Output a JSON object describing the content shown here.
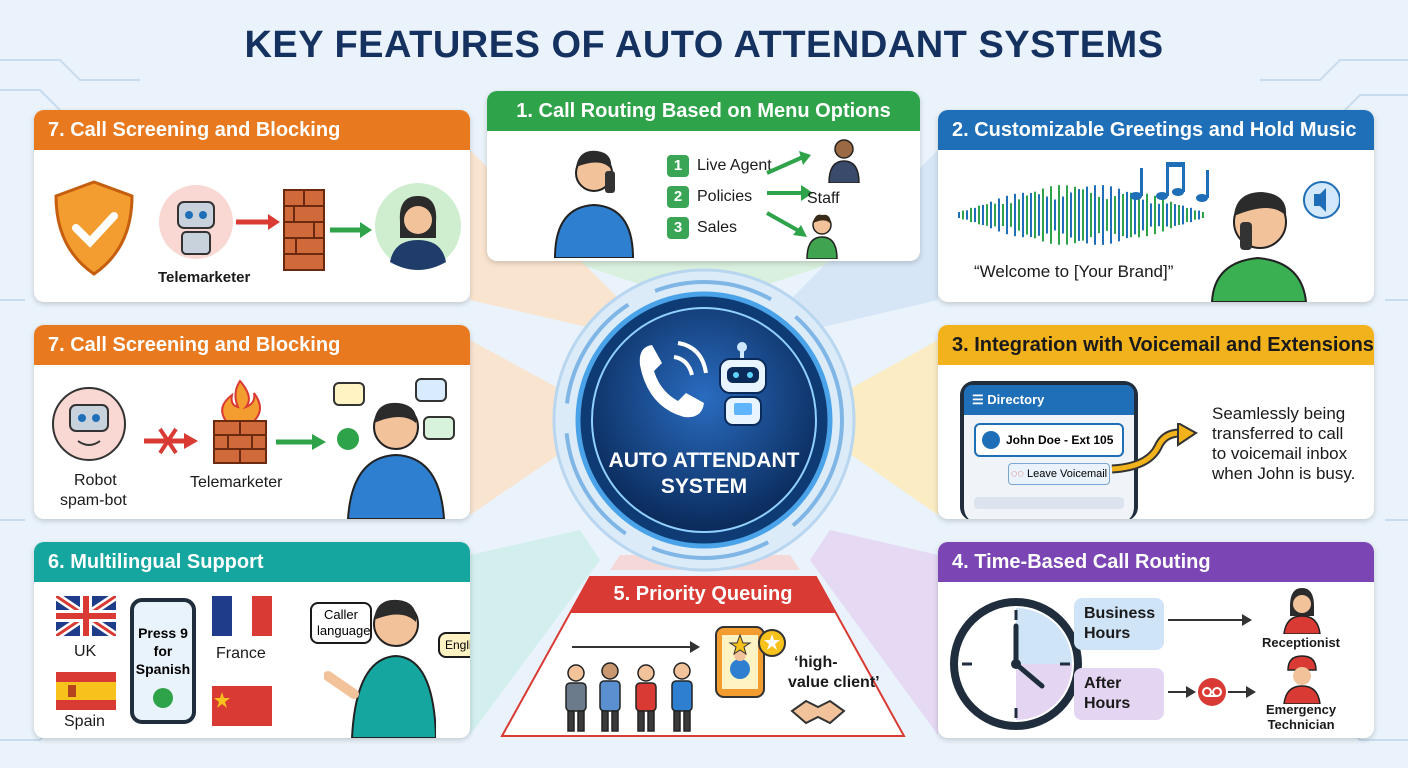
{
  "title": "KEY FEATURES OF AUTO ATTENDANT SYSTEMS",
  "center": {
    "line1": "AUTO ATTENDANT",
    "line2": "SYSTEM"
  },
  "colors": {
    "green": "#2fa34a",
    "blue": "#1f6fb8",
    "orange": "#e8791f",
    "yellow": "#f2b21c",
    "purple": "#7b45b3",
    "teal": "#16a6a0",
    "red": "#d93a34",
    "navy": "#14315f"
  },
  "panels": {
    "routing": {
      "header": "1. Call Routing Based on Menu Options",
      "options": [
        {
          "num": "1",
          "label": "Live Agent"
        },
        {
          "num": "2",
          "label": "Policies"
        },
        {
          "num": "3",
          "label": "Sales"
        }
      ],
      "staff": "Staff"
    },
    "greetings": {
      "header": "2. Customizable Greetings and Hold Music",
      "quote": "“Welcome to [Your Brand]”"
    },
    "screening_a": {
      "header": "7. Call Screening and Blocking",
      "telemarketer": "Telemarketer"
    },
    "screening_b": {
      "header": "7. Call Screening and Blocking",
      "robot": "Robot",
      "spam": "spam-bot",
      "telemarketer": "Telemarketer"
    },
    "voicemail": {
      "header": "3. Integration with Voicemail and Extensions",
      "directory": "Directory",
      "contact": "John Doe - Ext 105",
      "leave": "Leave Voicemail",
      "desc": [
        "Seamlessly being",
        "transferred to call",
        "to voicemail inbox",
        "when John is busy."
      ]
    },
    "multilingual": {
      "header": "6. Multilingual Support",
      "uk": "UK",
      "spain": "Spain",
      "france": "France",
      "press": [
        "Press 9",
        "for",
        "Spanish"
      ],
      "bubble1": [
        "Caller",
        "language"
      ],
      "bubble2": "English"
    },
    "priority": {
      "header": "5. Priority Queuing",
      "vip": [
        "‘high-",
        "value client’"
      ]
    },
    "time": {
      "header": "4. Time-Based Call Routing",
      "business": [
        "Business",
        "Hours"
      ],
      "after": [
        "After",
        "Hours"
      ],
      "receptionist": "Receptionist",
      "tech": [
        "Emergency",
        "Technician"
      ]
    }
  }
}
